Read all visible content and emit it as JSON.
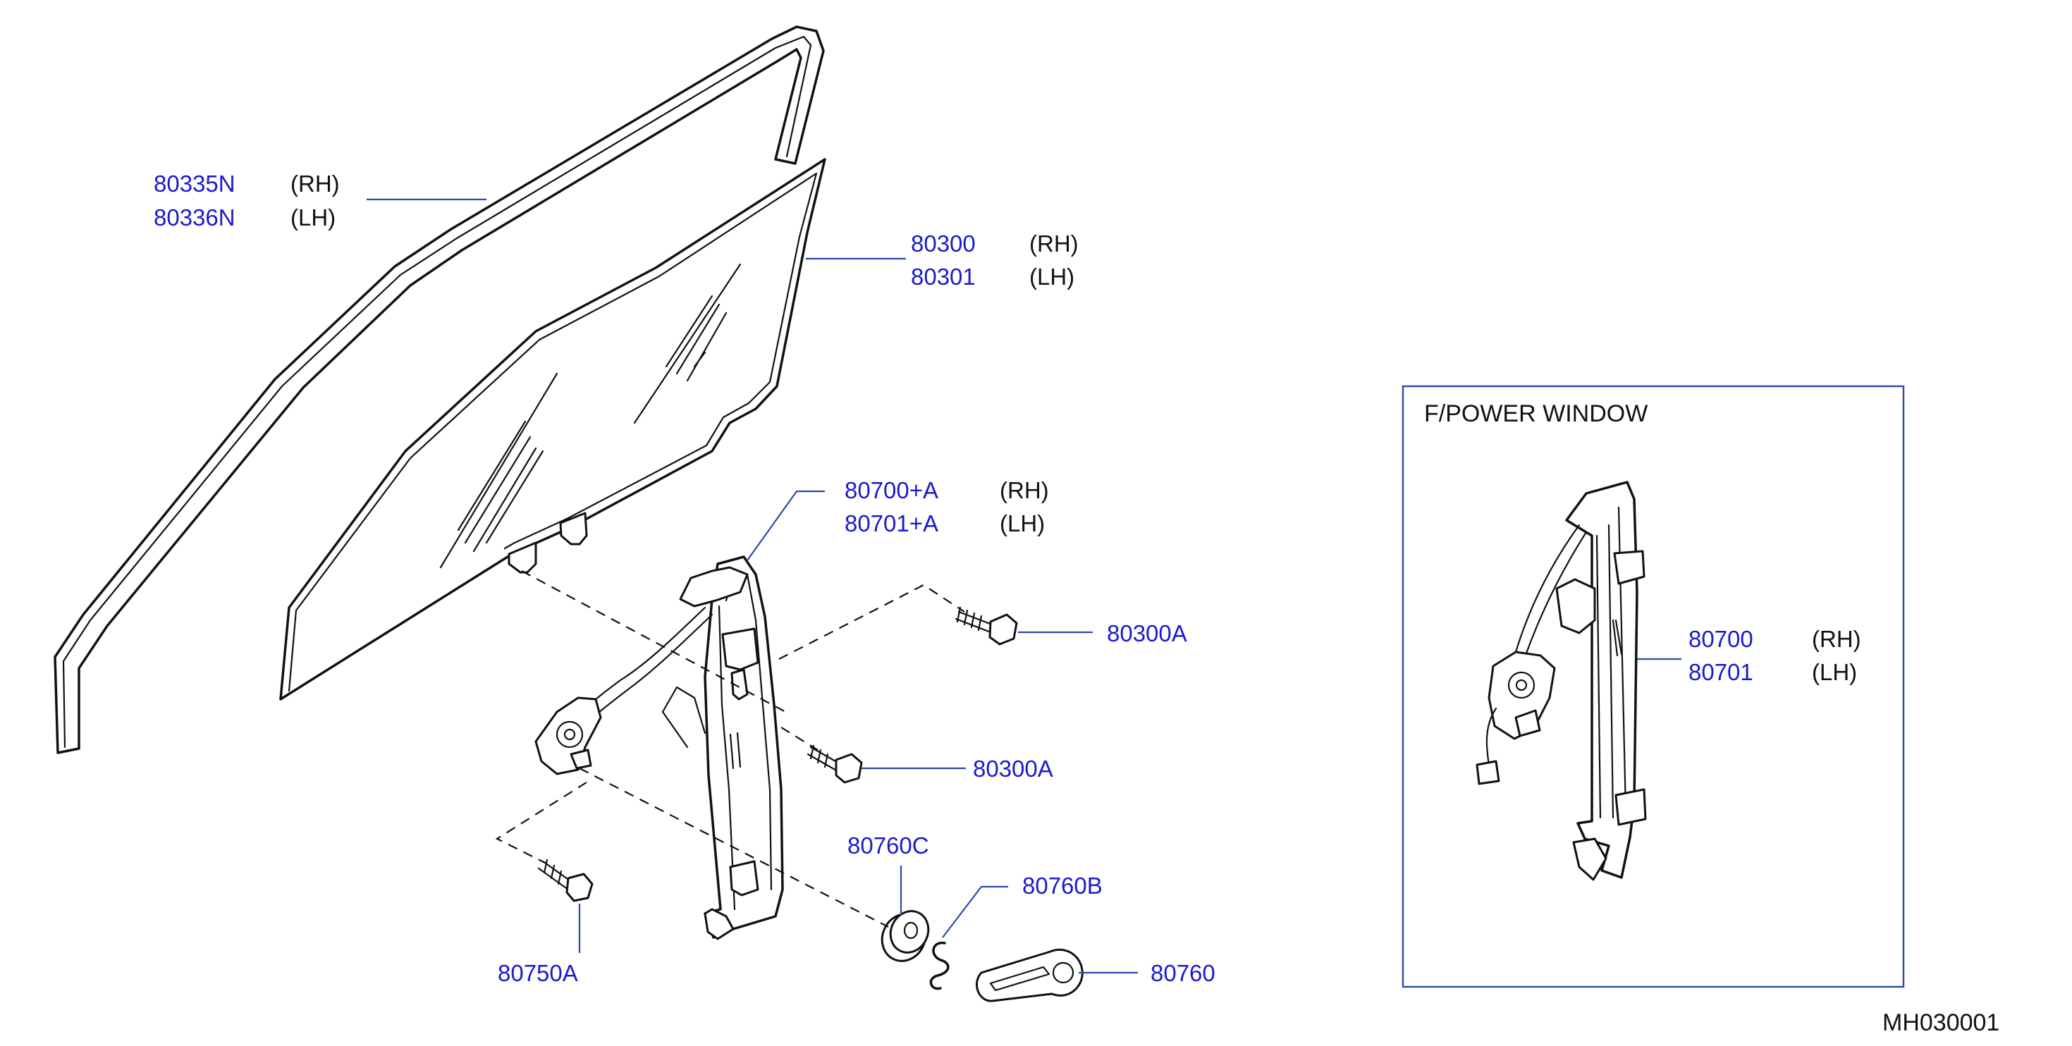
{
  "callouts": {
    "c80335": {
      "part1": "80335N",
      "side1": "(RH)",
      "part2": "80336N",
      "side2": "(LH)"
    },
    "c80300": {
      "part1": "80300",
      "side1": "(RH)",
      "part2": "80301",
      "side2": "(LH)"
    },
    "c80700": {
      "part1": "80700+A",
      "side1": "(RH)",
      "part2": "80701+A",
      "side2": "(LH)"
    },
    "c80300A_1": {
      "part1": "80300A"
    },
    "c80300A_2": {
      "part1": "80300A"
    },
    "c80760C": {
      "part1": "80760C"
    },
    "c80760B": {
      "part1": "80760B"
    },
    "c80760": {
      "part1": "80760"
    },
    "c80750A": {
      "part1": "80750A"
    }
  },
  "inset": {
    "title": "F/POWER   WINDOW",
    "callout": {
      "part1": "80700",
      "side1": "(RH)",
      "part2": "80701",
      "side2": "(LH)"
    }
  },
  "diagram_code": "MH030001",
  "colors": {
    "part_number": "#1a1ad0",
    "leader": "#2a4aa8",
    "inset_border": "#2a4aa8",
    "line_art": "#111111"
  }
}
